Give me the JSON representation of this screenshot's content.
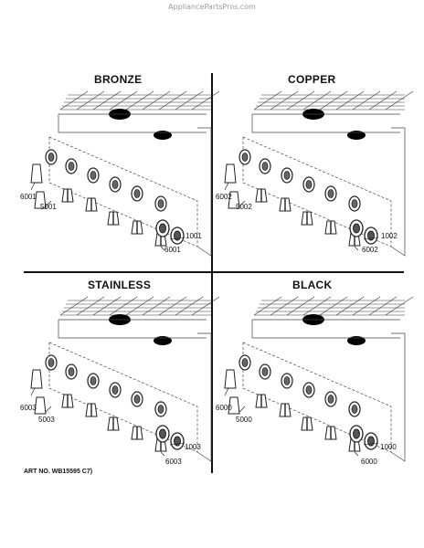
{
  "watermark": "AppliancePartsPros.com",
  "panels": [
    {
      "finish": "BRONZE",
      "label_knob": "6001",
      "label_bezel": "5001",
      "label_ring": "1001",
      "label_cap": "6001"
    },
    {
      "finish": "COPPER",
      "label_knob": "6002",
      "label_bezel": "5002",
      "label_ring": "1002",
      "label_cap": "6002"
    },
    {
      "finish": "STAINLESS",
      "label_knob": "6003",
      "label_bezel": "5003",
      "label_ring": "1003",
      "label_cap": "6003"
    },
    {
      "finish": "BLACK",
      "label_knob": "6000",
      "label_bezel": "5000",
      "label_ring": "1000",
      "label_cap": "6000"
    }
  ],
  "art_number": "ART NO. WB15595 C7)"
}
